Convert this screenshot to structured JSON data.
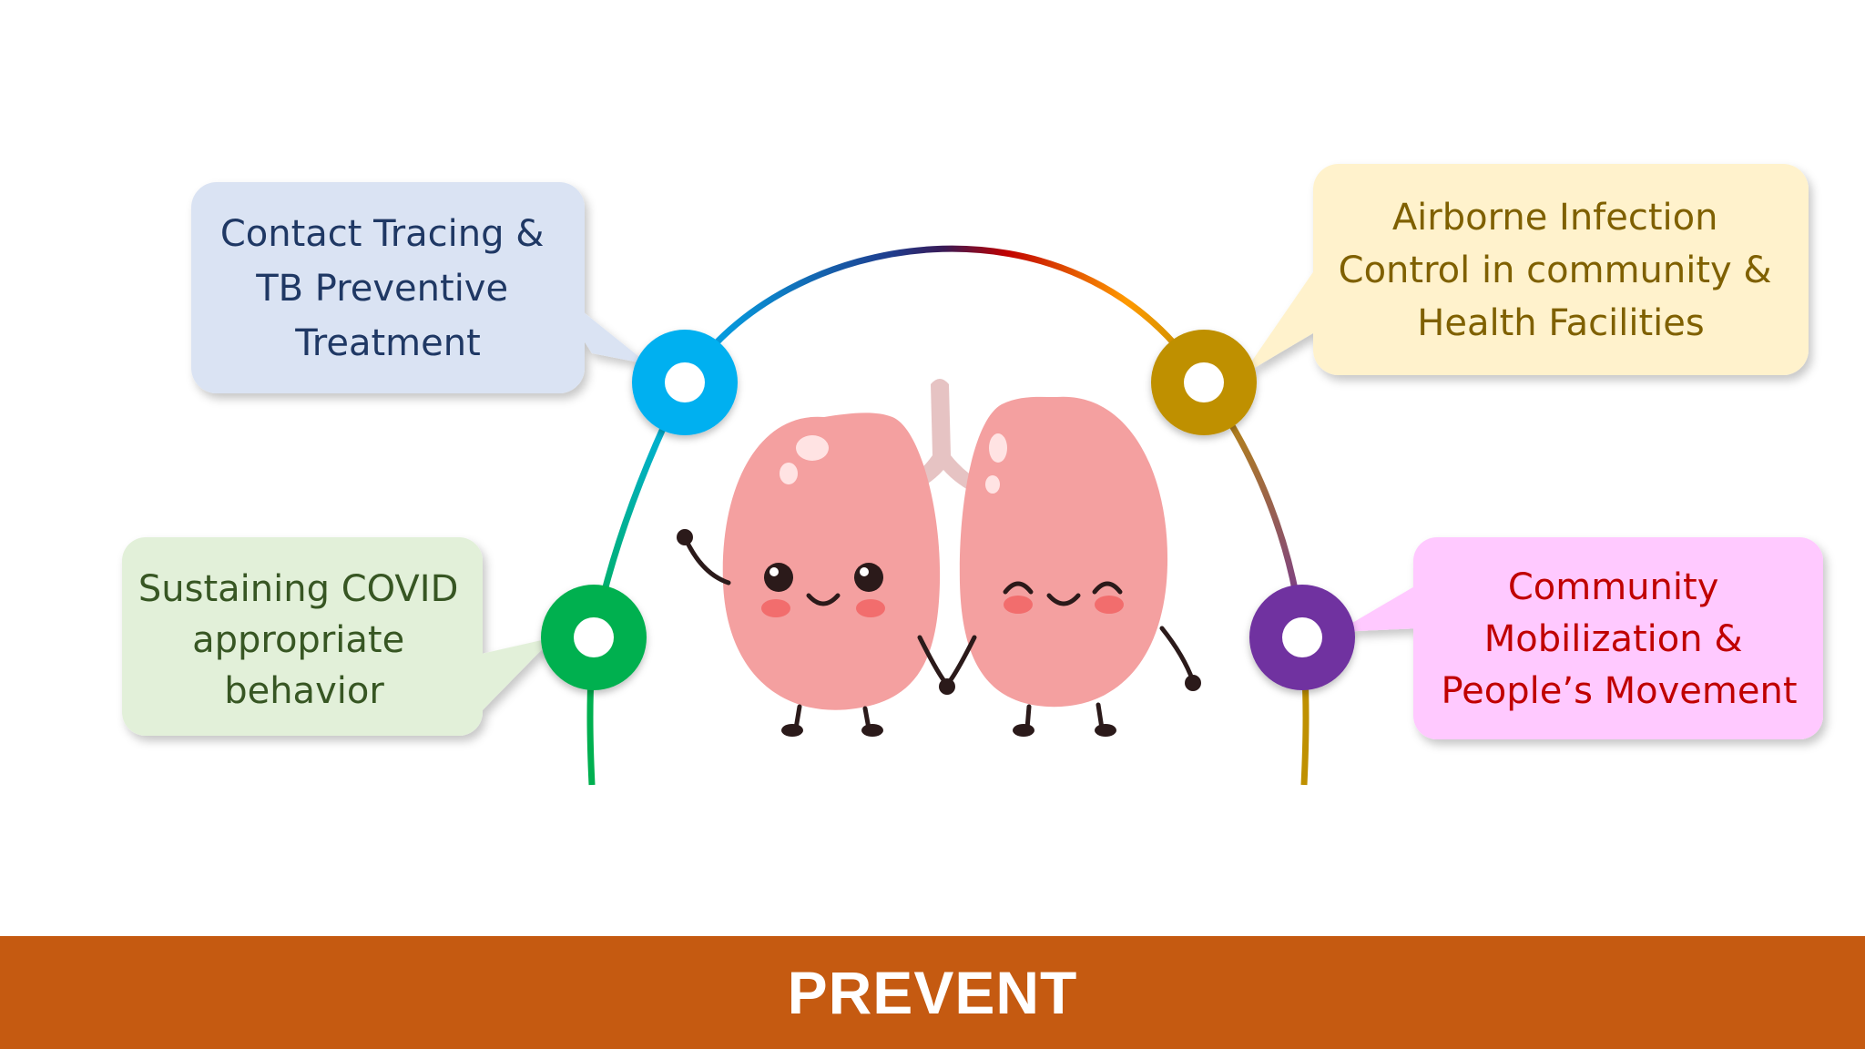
{
  "footer": {
    "title": "PREVENT"
  },
  "callouts": {
    "contact_tracing": {
      "lines": [
        "Contact Tracing &",
        "TB  Preventive",
        "Treatment"
      ],
      "fill": "#dae3f3",
      "text_color": "#1f3864",
      "node_color": "#00b0f0"
    },
    "airborne": {
      "lines": [
        "Airborne Infection",
        "Control in community  &",
        "Health Facilities"
      ],
      "fill": "#fff2cc",
      "text_color": "#7f6000",
      "node_color": "#bf9000"
    },
    "covid": {
      "lines": [
        "Sustaining COVID",
        "appropriate",
        "behavior"
      ],
      "fill": "#e2f0d9",
      "text_color": "#375623",
      "node_color": "#00b050"
    },
    "community": {
      "lines": [
        "Community",
        "Mobilization &",
        "People’s  Movement"
      ],
      "fill": "#ffc9ff",
      "text_color": "#c00000",
      "node_color": "#7030a0"
    }
  },
  "colors": {
    "footer_bg": "#c55a11",
    "lung_pink": "#f4a0a0",
    "cheek": "#f26d6d"
  },
  "illustration": "lungs-mascot"
}
